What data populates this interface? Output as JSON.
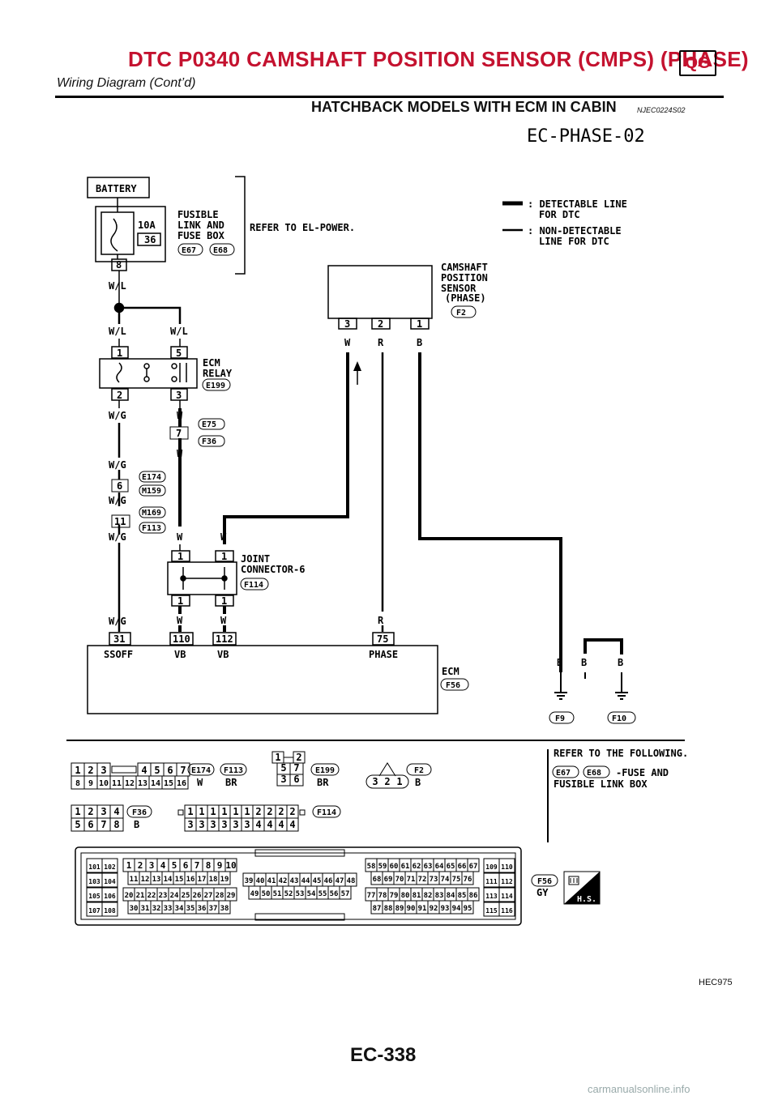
{
  "header": {
    "title": "DTC P0340 CAMSHAFT POSITION SENSOR (CMPS) (PHASE)",
    "badge": "QG",
    "subtitle": "Wiring Diagram (Cont’d)"
  },
  "section": {
    "title": "HATCHBACK MODELS WITH ECM IN CABIN",
    "ref": "NJEC0224S02"
  },
  "diagram": {
    "code": "EC-PHASE-02",
    "legend": {
      "detectable": [
        ": DETECTABLE LINE",
        "FOR DTC"
      ],
      "non_detectable": [
        ": NON-DETECTABLE",
        "LINE FOR DTC"
      ]
    },
    "battery": "BATTERY",
    "fuse": {
      "rating": "10A",
      "number": "36",
      "terminal": "8",
      "label": [
        "FUSIBLE",
        "LINK AND",
        "FUSE BOX"
      ],
      "connectors": [
        "E67",
        "E68"
      ]
    },
    "refer_power": "REFER TO EL-POWER.",
    "sensor": {
      "label": [
        "CAMSHAFT",
        "POSITION",
        "SENSOR",
        "(PHASE)"
      ],
      "connector": "F2",
      "pins": [
        "3",
        "2",
        "1"
      ],
      "colors": [
        "W",
        "R",
        "B"
      ]
    },
    "relay": {
      "label": [
        "ECM",
        "RELAY"
      ],
      "connector": "E199",
      "pins": [
        "1",
        "5",
        "2",
        "3"
      ]
    },
    "wire_colors": {
      "wl": "W/L",
      "wg": "W/G",
      "w": "W",
      "r": "R",
      "b": "B"
    },
    "conn_7": {
      "pin": "7",
      "connectors": [
        "E75",
        "F36"
      ]
    },
    "conn_6": {
      "pin": "6",
      "connectors": [
        "E174",
        "M159"
      ]
    },
    "conn_11": {
      "pin": "11",
      "connectors": [
        "M169",
        "F113"
      ]
    },
    "joint": {
      "label": [
        "JOINT",
        "CONNECTOR-6"
      ],
      "connector": "F114",
      "pin": "1"
    },
    "ecm": {
      "label": "ECM",
      "connector": "F56",
      "terminals": [
        {
          "pin": "31",
          "name": "SSOFF"
        },
        {
          "pin": "110",
          "name": "VB"
        },
        {
          "pin": "112",
          "name": "VB"
        },
        {
          "pin": "75",
          "name": "PHASE"
        }
      ]
    },
    "grounds": [
      "F9",
      "F10"
    ],
    "connector_views": {
      "c1": {
        "top": [
          "1",
          "2",
          "3",
          "",
          "4",
          "5",
          "6",
          "7"
        ],
        "bottom": [
          "8",
          "9",
          "10",
          "11",
          "12",
          "13",
          "14",
          "15",
          "16"
        ],
        "ids": [
          "E174",
          "F113"
        ],
        "colors": [
          "W",
          "BR"
        ]
      },
      "c2": {
        "top": [
          "1",
          "2"
        ],
        "middle": [
          "5",
          "7"
        ],
        "bottom": [
          "3",
          "6"
        ],
        "id": "E199",
        "color": "BR"
      },
      "c3": {
        "pins": [
          "3",
          "2",
          "1"
        ],
        "id": "F2",
        "color": "B"
      },
      "c4": {
        "top": [
          "1",
          "2",
          "3",
          "4"
        ],
        "bottom": [
          "5",
          "6",
          "7",
          "8"
        ],
        "id": "F36",
        "color": "B"
      },
      "c5": {
        "top": [
          "1",
          "1",
          "1",
          "1",
          "1",
          "1",
          "2",
          "2",
          "2",
          "2"
        ],
        "bottom": [
          "3",
          "3",
          "3",
          "3",
          "3",
          "3",
          "4",
          "4",
          "4",
          "4"
        ],
        "id": "F114"
      },
      "refer": {
        "title": "REFER TO THE FOLLOWING.",
        "ids": [
          "E67",
          "E68"
        ],
        "text": [
          "-FUSE AND",
          "FUSIBLE LINK BOX"
        ]
      },
      "ecm": {
        "id": "F56",
        "color": "GY",
        "hs": "H.S.",
        "left_cols": [
          [
            "101",
            "102"
          ],
          [
            "103",
            "104"
          ],
          [
            "105",
            "106"
          ],
          [
            "107",
            "108"
          ]
        ],
        "row_a": [
          "1",
          "2",
          "3",
          "4",
          "5",
          "6",
          "7",
          "8",
          "9",
          "10"
        ],
        "row_b": [
          "11",
          "12",
          "13",
          "14",
          "15",
          "16",
          "17",
          "18",
          "19"
        ],
        "row_c": [
          "20",
          "21",
          "22",
          "23",
          "24",
          "25",
          "26",
          "27",
          "28",
          "29"
        ],
        "row_d": [
          "30",
          "31",
          "32",
          "33",
          "34",
          "35",
          "36",
          "37",
          "38"
        ],
        "row_e": [
          "39",
          "40",
          "41",
          "42",
          "43",
          "44",
          "45",
          "46",
          "47",
          "48"
        ],
        "row_f": [
          "49",
          "50",
          "51",
          "52",
          "53",
          "54",
          "55",
          "56",
          "57"
        ],
        "row_g": [
          "58",
          "59",
          "60",
          "61",
          "62",
          "63",
          "64",
          "65",
          "66",
          "67"
        ],
        "row_h": [
          "68",
          "69",
          "70",
          "71",
          "72",
          "73",
          "74",
          "75",
          "76"
        ],
        "row_i": [
          "77",
          "78",
          "79",
          "80",
          "81",
          "82",
          "83",
          "84",
          "85",
          "86"
        ],
        "row_j": [
          "87",
          "88",
          "89",
          "90",
          "91",
          "92",
          "93",
          "94",
          "95"
        ],
        "right_cols": [
          [
            "109",
            "110"
          ],
          [
            "111",
            "112"
          ],
          [
            "113",
            "114"
          ],
          [
            "115",
            "116"
          ]
        ]
      }
    }
  },
  "footer": {
    "code": "HEC975",
    "page": "EC-338"
  },
  "watermark": "carmanualsonline.info"
}
